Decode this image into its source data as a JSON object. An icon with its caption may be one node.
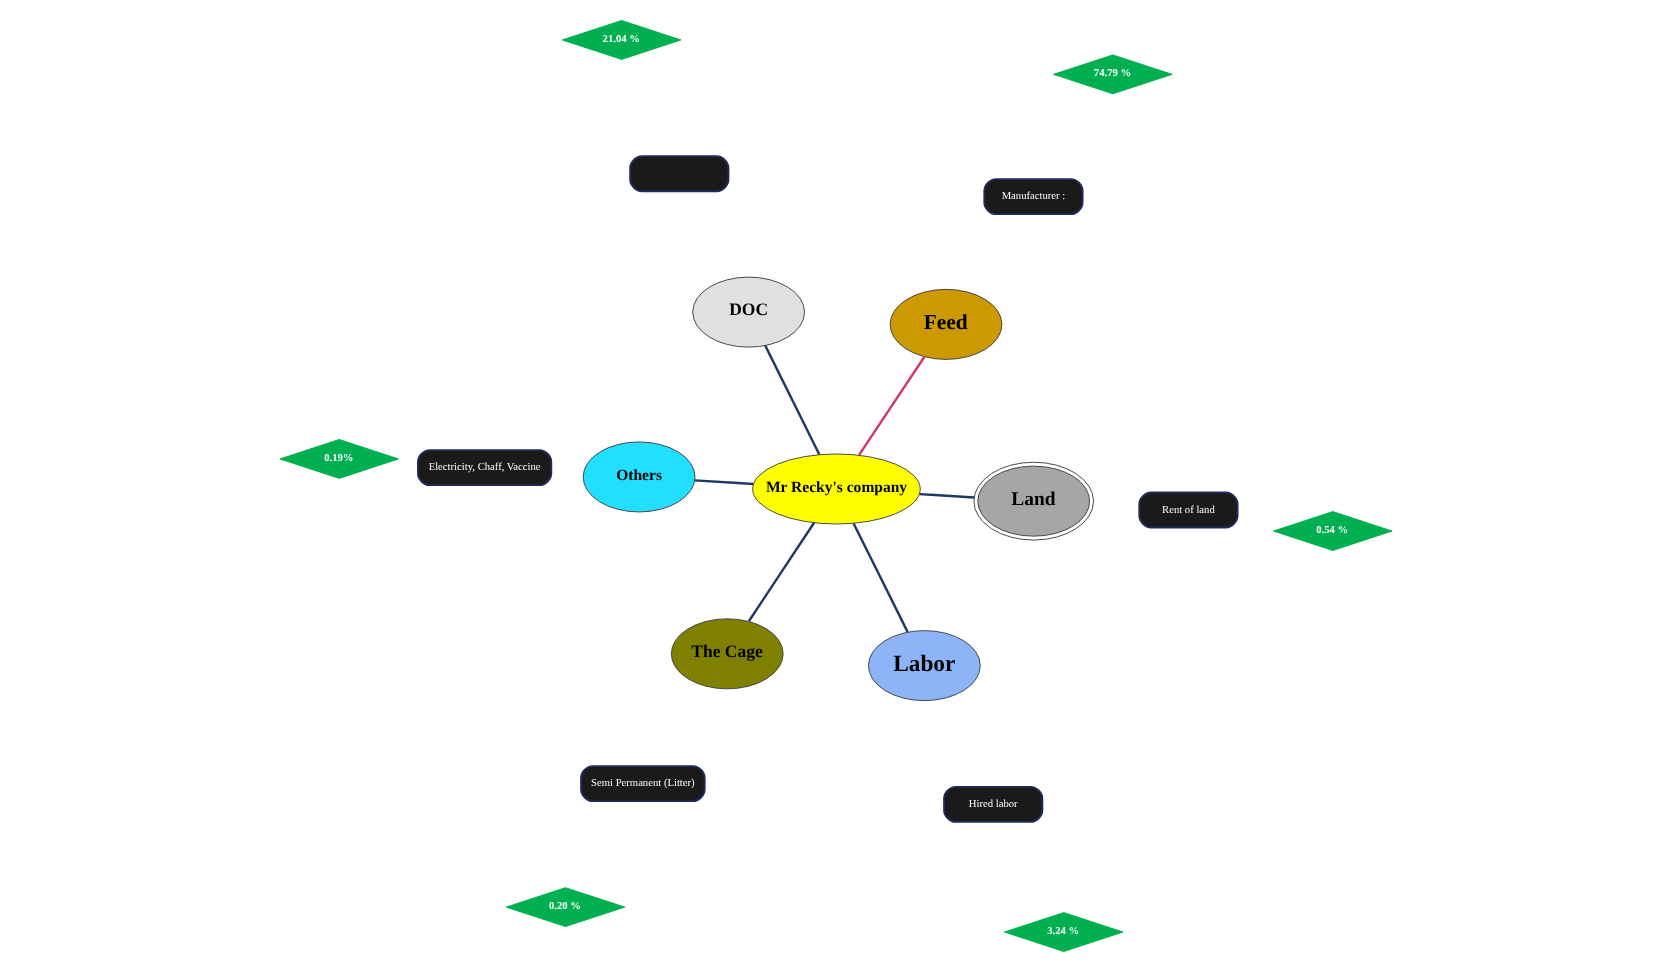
{
  "diagram": {
    "nodes": [
      {
        "text": [
          "Mr Recky's company"
        ]
      },
      {
        "text": [
          "Land"
        ]
      },
      {
        "text": [
          "The Cage"
        ]
      },
      {
        "text": [
          "DOC"
        ]
      },
      {
        "text": [
          "Feed"
        ]
      },
      {
        "text": [
          "Labor"
        ]
      },
      {
        "text": [
          "Others"
        ]
      },
      {
        "text": [
          "Rent of land"
        ]
      },
      {
        "text": [
          "0.54 %"
        ]
      },
      {
        "text": [
          "Semi Permanent (Litter)"
        ]
      },
      {
        "text": [
          "0.20 %"
        ]
      },
      {
        "text": [],
        "shape": "box"
      },
      {
        "text": [
          "21.04 %"
        ]
      },
      {
        "text": [
          "Manufacturer :"
        ]
      },
      {
        "text": [
          "74.79 %"
        ]
      },
      {
        "text": [
          "Hired labor"
        ]
      },
      {
        "text": [
          "3.24 %"
        ]
      },
      {
        "text": [
          "Electricity, Chaff, Vaccine"
        ]
      },
      {
        "text": [
          "0.19%"
        ]
      }
    ],
    "edges": [
      {
        "from": 0,
        "to": 1,
        "arrow": "none"
      },
      {
        "from": 0,
        "to": 2,
        "arrow": "none"
      },
      {
        "from": 0,
        "to": 3,
        "arrow": "none"
      },
      {
        "from": 0,
        "to": 4,
        "arrow": "none",
        "color": "#d6336c"
      },
      {
        "from": 0,
        "to": 5,
        "arrow": "none"
      },
      {
        "from": 0,
        "to": 6,
        "arrow": "none"
      }
    ]
  }
}
